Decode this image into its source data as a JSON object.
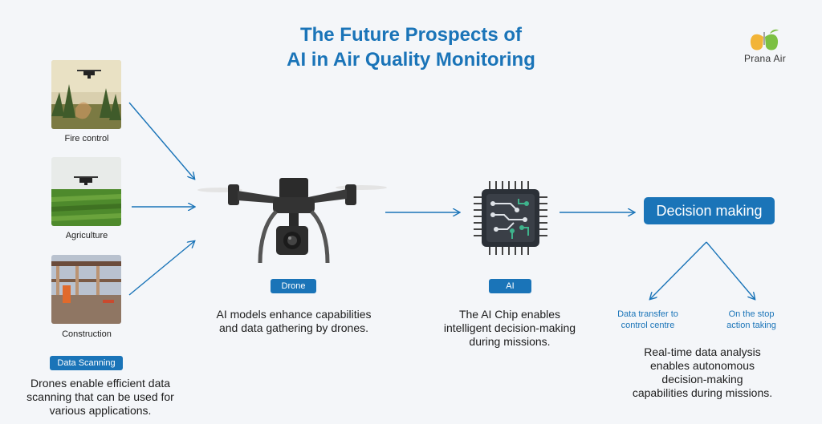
{
  "title": {
    "line1": "The Future Prospects of",
    "line2": "AI in Air Quality Monitoring"
  },
  "logo": {
    "text": "Prana Air",
    "icon": "lungs-leaf-icon"
  },
  "applications": [
    {
      "label": "Fire control",
      "image": "drone-over-forest-fire-photo"
    },
    {
      "label": "Agriculture",
      "image": "drone-over-crop-field-photo"
    },
    {
      "label": "Construction",
      "image": "construction-site-photo"
    }
  ],
  "scanning": {
    "tag": "Data Scanning",
    "desc": [
      "Drones enable efficient data",
      "scanning that can be used for",
      "various applications."
    ]
  },
  "drone": {
    "tag": "Drone",
    "image": "quadcopter-drone-icon",
    "desc": [
      "AI models enhance capabilities",
      "and data gathering by drones."
    ]
  },
  "ai": {
    "tag": "AI",
    "image": "ai-chip-icon",
    "desc": [
      "The AI Chip enables",
      "intelligent decision-making",
      "during missions."
    ]
  },
  "decision": {
    "label": "Decision making",
    "branches": [
      {
        "line1": "Data transfer to",
        "line2": "control centre"
      },
      {
        "line1": "On the stop",
        "line2": "action taking"
      }
    ],
    "desc": [
      "Real-time data analysis",
      "enables autonomous",
      "decision-making",
      "capabilities during missions."
    ]
  },
  "colors": {
    "accent": "#1a74b8",
    "background": "#f4f6f9",
    "chip_green": "#3fb38c"
  }
}
